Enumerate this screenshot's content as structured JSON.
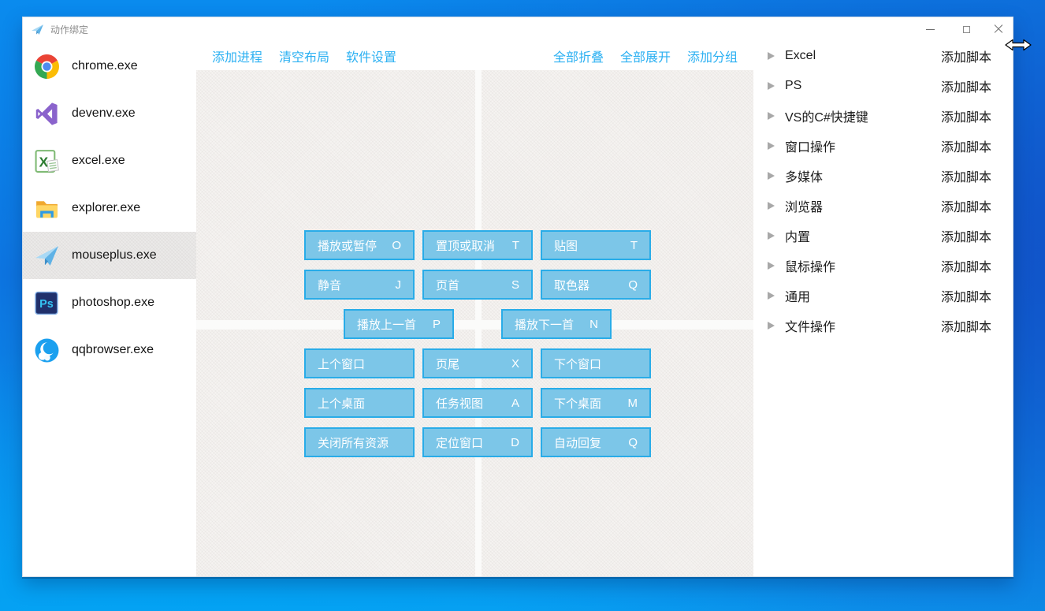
{
  "window": {
    "title": "动作绑定",
    "controls": [
      {
        "name": "minimize"
      },
      {
        "name": "maximize"
      },
      {
        "name": "close"
      }
    ]
  },
  "sidebar": {
    "items": [
      {
        "label": "chrome.exe",
        "icon": "chrome",
        "selected": false
      },
      {
        "label": "devenv.exe",
        "icon": "visual-studio",
        "selected": false
      },
      {
        "label": "excel.exe",
        "icon": "excel",
        "selected": false
      },
      {
        "label": "explorer.exe",
        "icon": "explorer",
        "selected": false
      },
      {
        "label": "mouseplus.exe",
        "icon": "paper-plane",
        "selected": true
      },
      {
        "label": "photoshop.exe",
        "icon": "photoshop",
        "selected": false
      },
      {
        "label": "qqbrowser.exe",
        "icon": "qqbrowser",
        "selected": false
      }
    ]
  },
  "toolbar": {
    "left": [
      "添加进程",
      "清空布局",
      "软件设置"
    ],
    "right": [
      "全部折叠",
      "全部展开",
      "添加分组"
    ]
  },
  "bindings": {
    "buttons": [
      {
        "label": "播放或暂停",
        "key": "O",
        "row": 0,
        "col": 0
      },
      {
        "label": "置顶或取消",
        "key": "T",
        "row": 0,
        "col": 1
      },
      {
        "label": "贴图",
        "key": "T",
        "row": 0,
        "col": 2
      },
      {
        "label": "静音",
        "key": "J",
        "row": 1,
        "col": 0
      },
      {
        "label": "页首",
        "key": "S",
        "row": 1,
        "col": 1
      },
      {
        "label": "取色器",
        "key": "Q",
        "row": 1,
        "col": 2
      },
      {
        "label": "播放上一首",
        "key": "P",
        "row": 2,
        "col": 0.333
      },
      {
        "label": "播放下一首",
        "key": "N",
        "row": 2,
        "col": 1.667
      },
      {
        "label": "上个窗口",
        "key": "",
        "row": 3,
        "col": 0
      },
      {
        "label": "页尾",
        "key": "X",
        "row": 3,
        "col": 1
      },
      {
        "label": "下个窗口",
        "key": "",
        "row": 3,
        "col": 2
      },
      {
        "label": "上个桌面",
        "key": "",
        "row": 4,
        "col": 0
      },
      {
        "label": "任务视图",
        "key": "A",
        "row": 4,
        "col": 1
      },
      {
        "label": "下个桌面",
        "key": "M",
        "row": 4,
        "col": 2
      },
      {
        "label": "关闭所有资源",
        "key": "",
        "row": 5,
        "col": 0
      },
      {
        "label": "定位窗口",
        "key": "D",
        "row": 5,
        "col": 1
      },
      {
        "label": "自动回复",
        "key": "Q",
        "row": 5,
        "col": 2
      }
    ]
  },
  "groups": {
    "items": [
      {
        "name": "Excel",
        "action": "添加脚本"
      },
      {
        "name": "PS",
        "action": "添加脚本"
      },
      {
        "name": "VS的C#快捷键",
        "action": "添加脚本"
      },
      {
        "name": "窗口操作",
        "action": "添加脚本"
      },
      {
        "name": "多媒体",
        "action": "添加脚本"
      },
      {
        "name": "浏览器",
        "action": "添加脚本"
      },
      {
        "name": "内置",
        "action": "添加脚本"
      },
      {
        "name": "鼠标操作",
        "action": "添加脚本"
      },
      {
        "name": "通用",
        "action": "添加脚本"
      },
      {
        "name": "文件操作",
        "action": "添加脚本"
      }
    ]
  },
  "colors": {
    "accent_link": "#2bb0f2",
    "button_fill": "#7cc6e8",
    "button_border": "#29ace8",
    "selected_row": "#ebeae9",
    "desktop_top": "#0a8bee",
    "desktop_bottom": "#0b9bf0"
  }
}
